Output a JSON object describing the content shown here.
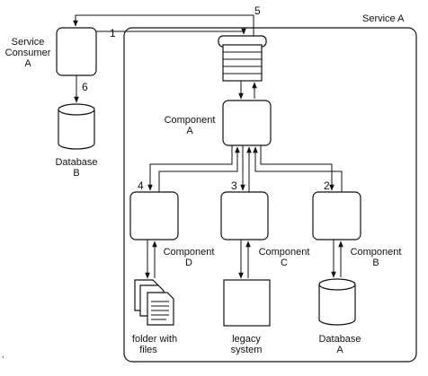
{
  "service_a": {
    "label": "Service A"
  },
  "service_consumer": {
    "line1": "Service",
    "line2": "Consumer",
    "line3": "A"
  },
  "database_b": {
    "line1": "Database",
    "line2": "B"
  },
  "component_a": {
    "line1": "Component",
    "line2": "A"
  },
  "component_b": {
    "line1": "Component",
    "line2": "B"
  },
  "component_c": {
    "line1": "Component",
    "line2": "C"
  },
  "component_d": {
    "line1": "Component",
    "line2": "D"
  },
  "folder": {
    "line1": "folder with",
    "line2": "files"
  },
  "legacy": {
    "line1": "legacy",
    "line2": "system"
  },
  "database_a": {
    "line1": "Database",
    "line2": "A"
  },
  "steps": {
    "s1": "1",
    "s2": "2",
    "s3": "3",
    "s4": "4",
    "s5": "5",
    "s6": "6"
  },
  "stray_mark": ","
}
